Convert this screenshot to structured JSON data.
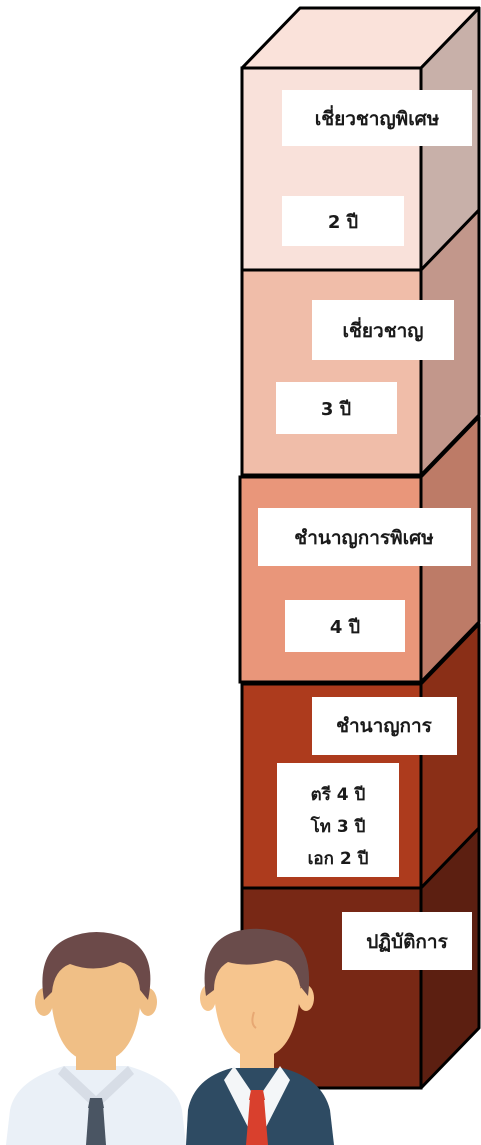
{
  "colors": {
    "outline": "#000000",
    "label_box": "#ffffff",
    "label_text": "#1a1a1a",
    "tiers": [
      {
        "front": "#f9e1da",
        "side": "#c8b0a9"
      },
      {
        "front": "#f0bda9",
        "side": "#c2978b"
      },
      {
        "front": "#e9967a",
        "side": "#bd7b67"
      },
      {
        "front": "#ad3b1d",
        "side": "#8a2f17"
      },
      {
        "front": "#782815",
        "side": "#5c1f11"
      }
    ],
    "top_face": "#fae2da",
    "person_left": {
      "skin": "#f0bf86",
      "hair": "#6c4a49",
      "shirt": "#eaf0f7",
      "tie": "#4a5563"
    },
    "person_right": {
      "skin": "#f6c58e",
      "hair": "#6a4c4b",
      "suit": "#2e4b63",
      "shirt": "#f4f6f8",
      "tie": "#d9402d"
    }
  },
  "tiers": [
    {
      "title": "เชี่ยวชาญพิเศษ",
      "duration": [
        "2 ปี"
      ]
    },
    {
      "title": "เชี่ยวชาญ",
      "duration": [
        "3 ปี"
      ]
    },
    {
      "title": "ชำนาญการพิเศษ",
      "duration": [
        "4 ปี"
      ]
    },
    {
      "title": "ชำนาญการ",
      "duration": [
        "ตรี 4 ปี",
        "โท 3 ปี",
        "เอก 2 ปี"
      ]
    },
    {
      "title": "ปฏิบัติการ",
      "duration": []
    }
  ],
  "icons": {
    "people": "two-professionals-icon"
  }
}
